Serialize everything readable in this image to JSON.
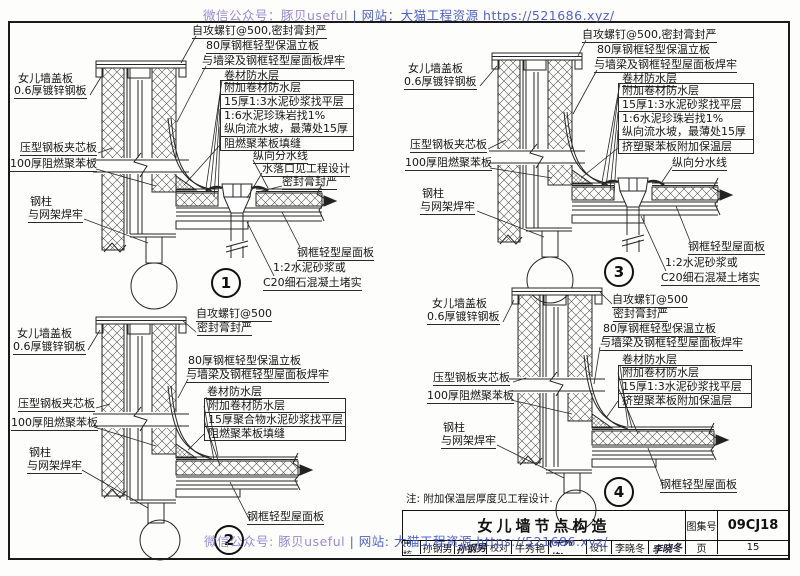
{
  "watermark": {
    "top_part1": "微信公众号：豚贝useful",
    "top_part2": " | 网站：大猫工程资源 https://521686.xyz/",
    "bottom_part1": "微信公众号: 豚贝useful",
    "bottom_part2": " | 网站: 大猫工程资源 https://521686.xyz/",
    "color_purple": "#8d7ed2",
    "color_blue": "#3c52c8"
  },
  "note": "注: 附加保温层厚度见工程设计.",
  "details": {
    "d1": {
      "num": "1",
      "cap1": "女儿墙盖板",
      "cap2": "0.6厚镀锌钢板",
      "screw": "自攻螺钉@500,密封膏封严",
      "board1": "80厚钢框轻型保温立板",
      "board2": "与墙梁及钢框轻型屋面板焊牢",
      "membrane": "卷材防水层",
      "layers": [
        "附加卷材防水层",
        "15厚1:3水泥砂浆找平层",
        "1:6水泥珍珠岩找1%",
        "纵向流水坡，最薄处15厚",
        "阻燃聚苯板填缝"
      ],
      "divide": "纵向分水线",
      "drain": "水落口见工程设计",
      "seal": "密封膏封严",
      "sandwich": "压型钢板夹芯板",
      "poly": "100厚阻燃聚苯板",
      "col1": "钢柱",
      "col2": "与网架焊牢",
      "roof": "钢框轻型屋面板",
      "mortar1": "1:2水泥砂浆或",
      "mortar2": "C20细石混凝土堵实"
    },
    "d2": {
      "num": "2",
      "cap1": "女儿墙盖板",
      "cap2": "0.6厚镀锌钢板",
      "screw1": "自攻螺钉@500",
      "screw2": "密封膏封严",
      "board1": "80厚钢框轻型保温立板",
      "board2": "与墙梁及钢框轻型屋面板焊牢",
      "membrane": "卷材防水层",
      "layers": [
        "附加卷材防水层",
        "15厚聚合物水泥砂浆找平层",
        "阻燃聚苯板填缝"
      ],
      "sandwich": "压型钢板夹芯板",
      "poly": "100厚阻燃聚苯板",
      "col1": "钢柱",
      "col2": "与网架焊牢",
      "roof": "钢框轻型屋面板"
    },
    "d3": {
      "num": "3",
      "cap1": "女儿墙盖板",
      "cap2": "0.6厚镀锌钢板",
      "screw": "自攻螺钉@500,密封膏封严",
      "board1": "80厚钢框轻型保温立板",
      "board2": "与墙梁及钢框轻型屋面板焊牢",
      "membrane": "卷材防水层",
      "layers": [
        "附加卷材防水层",
        "15厚1:3水泥砂浆找平层",
        "1:6水泥珍珠岩找1%",
        "纵向流水坡，最薄处15厚",
        "挤塑聚苯板附加保温层"
      ],
      "divide": "纵向分水线",
      "sandwich": "压型钢板夹芯板",
      "poly": "100厚阻燃聚苯板",
      "col1": "钢柱",
      "col2": "与网架焊牢",
      "roof": "钢框轻型屋面板",
      "mortar1": "1:2水泥砂浆或",
      "mortar2": "C20细石混凝土堵实"
    },
    "d4": {
      "num": "4",
      "cap1": "女儿墙盖板",
      "cap2": "0.6厚镀锌钢板",
      "screw1": "自攻螺钉@500",
      "screw2": "密封膏封严",
      "board1": "80厚钢框轻型保温立板",
      "board2": "与墙梁及钢框轻型屋面板焊牢",
      "membrane": "卷材防水层",
      "layers": [
        "附加卷材防水层",
        "15厚1:3水泥砂浆找平层",
        "挤塑聚苯板附加保温层"
      ],
      "sandwich": "压型钢板夹芯板",
      "poly": "100厚阻燃聚苯板",
      "col1": "钢柱",
      "col2": "与网架焊牢",
      "roof": "钢框轻型屋面板"
    }
  },
  "title_block": {
    "title": "女儿墙节点构造",
    "atlas_label": "图集号",
    "atlas_no": "09CJ18",
    "page_label": "页",
    "page_no": "15",
    "review_label": "审核",
    "reviewer": "孙钢男",
    "reviewer_sig": "孙钢男",
    "check_label": "校对",
    "checker": "牛秀艳",
    "checker_sig": "(牛秀艳)",
    "design_label": "设计",
    "designer": "李晓冬",
    "designer_sig": "李晓冬"
  }
}
